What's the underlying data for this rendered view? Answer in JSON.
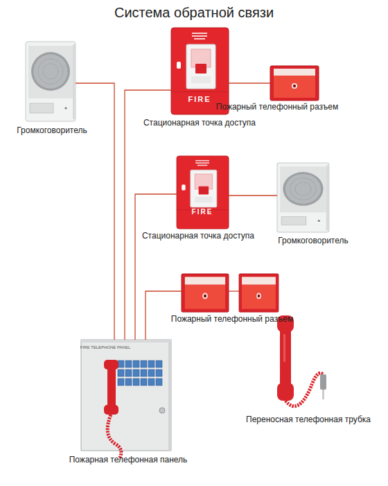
{
  "diagram": {
    "title": "Система обратной связи",
    "nodes": [
      {
        "text": [
          "Громкоговоритель"
        ]
      },
      {
        "text": [
          "Стационарная точка доступа"
        ]
      },
      {
        "text": [
          "Пожарный телефонный разъем"
        ]
      },
      {
        "text": [
          "Стационарная точка доступа"
        ]
      },
      {
        "text": [
          "Громкоговоритель"
        ]
      },
      {
        "text": [
          "Пожарный телефонный разъем"
        ]
      },
      {
        "text": [
          "Пожарная телефонная панель"
        ]
      },
      {
        "text": [
          "Переносная телефонная трубка"
        ]
      }
    ],
    "edges": [
      {
        "from": 6,
        "to": 0,
        "arrow": "none"
      },
      {
        "from": 6,
        "to": 1,
        "arrow": "none"
      },
      {
        "from": 1,
        "to": 2,
        "arrow": "none"
      },
      {
        "from": 6,
        "to": 3,
        "arrow": "none"
      },
      {
        "from": 3,
        "to": 4,
        "arrow": "none"
      },
      {
        "from": 6,
        "to": 5,
        "arrow": "none"
      }
    ],
    "labels": [
      "FIRE",
      "FIRE",
      "FIRE TELEPHONE PANEL"
    ]
  }
}
